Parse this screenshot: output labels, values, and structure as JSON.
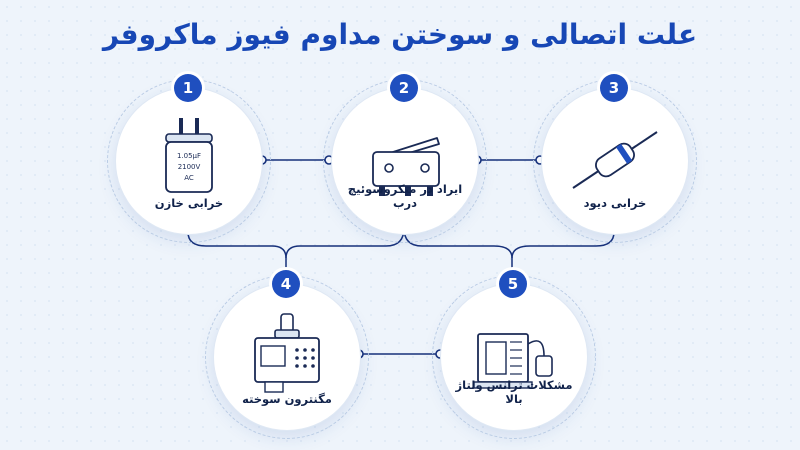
{
  "title": "علت اتصالی و سوختن مداوم فیوز ماکروفر",
  "colors": {
    "accent": "#1f4fbf",
    "title": "#1747b5",
    "line": "#16307a",
    "background": "#eef4fb"
  },
  "nodes": [
    {
      "number": "1",
      "label": "خرابی خازن",
      "icon": "capacitor-icon"
    },
    {
      "number": "2",
      "label": "ایراد در میکروسوئیچ درب",
      "icon": "microswitch-icon"
    },
    {
      "number": "3",
      "label": "خرابی دیود",
      "icon": "diode-icon"
    },
    {
      "number": "4",
      "label": "مگنترون سوخته",
      "icon": "magnetron-icon"
    },
    {
      "number": "5",
      "label": "مشکلات ترانس ولتاژ بالا",
      "icon": "transformer-icon"
    }
  ],
  "capacitor": {
    "line1": "1.05μF",
    "line2": "2100V",
    "line3": "AC"
  }
}
